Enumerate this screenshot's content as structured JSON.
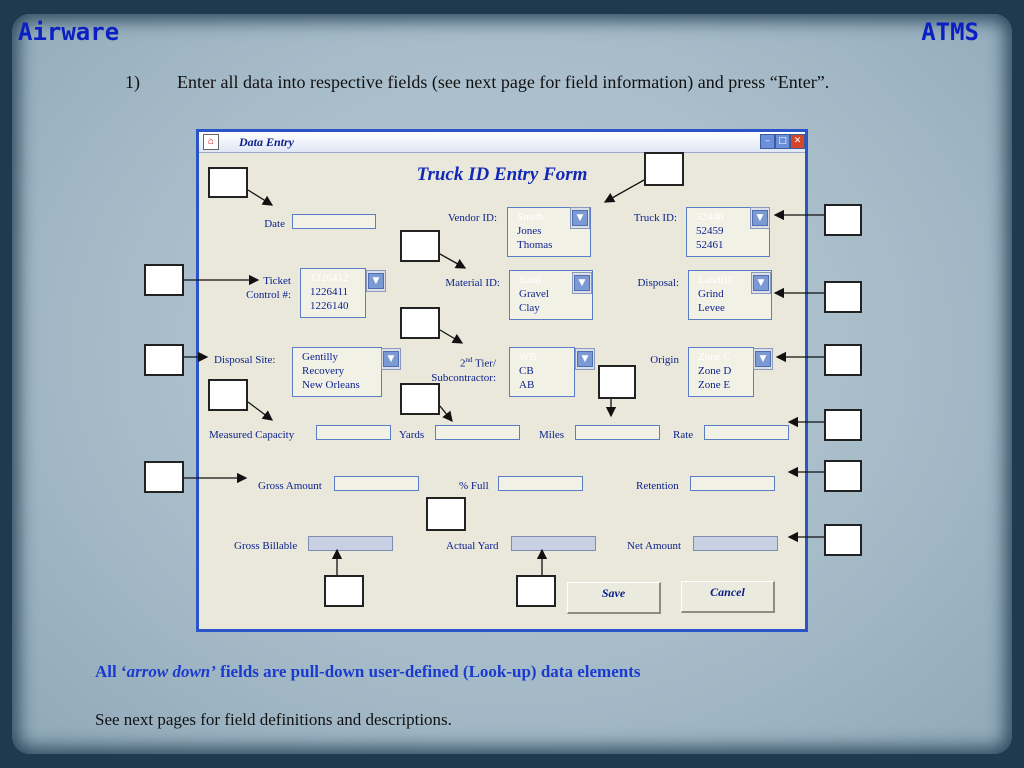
{
  "header": {
    "left": "Airware",
    "right": "ATMS"
  },
  "instruction": {
    "number": "1)",
    "text": "Enter all data into respective fields (see next page for field information) and press “Enter”."
  },
  "window": {
    "title": "Data Entry",
    "form_title": "Truck ID Entry Form",
    "icons": [
      "app-icon",
      "minimize-icon",
      "maximize-icon",
      "close-icon"
    ],
    "labels": {
      "date": "Date",
      "vendor_id": "Vendor ID:",
      "truck_id": "Truck ID:",
      "ticket_control_1": "Ticket",
      "ticket_control_2": "Control #:",
      "material_id": "Material ID:",
      "disposal": "Disposal:",
      "disposal_site": "Disposal Site:",
      "tier_prefix": "2",
      "tier_sup": "nd",
      "tier_suffix": " Tier/",
      "subcontractor": "Subcontractor:",
      "origin": "Origin",
      "measured_capacity": "Measured Capacity",
      "yards": "Yards",
      "miles": "Miles",
      "rate": "Rate",
      "gross_amount": "Gross Amount",
      "percent_full": "% Full",
      "retention": "Retention",
      "gross_billable": "Gross Billable",
      "actual_yard": "Actual Yard",
      "net_amount": "Net Amount"
    },
    "lists": {
      "vendor": [
        "Smith",
        "Jones",
        "Thomas"
      ],
      "truck": [
        "52446",
        "52459",
        "52461"
      ],
      "ticket": [
        "1226412",
        "1226411",
        "1226140"
      ],
      "material": [
        "Sand",
        "Gravel",
        "Clay"
      ],
      "disposal": [
        "Landfill",
        "Grind",
        "Levee"
      ],
      "disposal_site": [
        "Gentilly",
        "Recovery",
        "New Orleans"
      ],
      "tier": [
        "WB",
        "CB",
        "AB"
      ],
      "origin": [
        "Zone C",
        "Zone D",
        "Zone E"
      ]
    },
    "buttons": {
      "save": "Save",
      "cancel": "Cancel"
    }
  },
  "notes": {
    "line1_prefix": "All ‘",
    "line1_em": "arrow down’",
    "line1_suffix": " fields are pull-down user-defined (Look-up) data elements",
    "line2": "See next pages for field definitions and descriptions."
  },
  "colors": {
    "title_blue": "#0a1fc4",
    "form_blue": "#1228b8",
    "label_blue": "#0a1f8c",
    "window_border": "#2a55c8"
  }
}
